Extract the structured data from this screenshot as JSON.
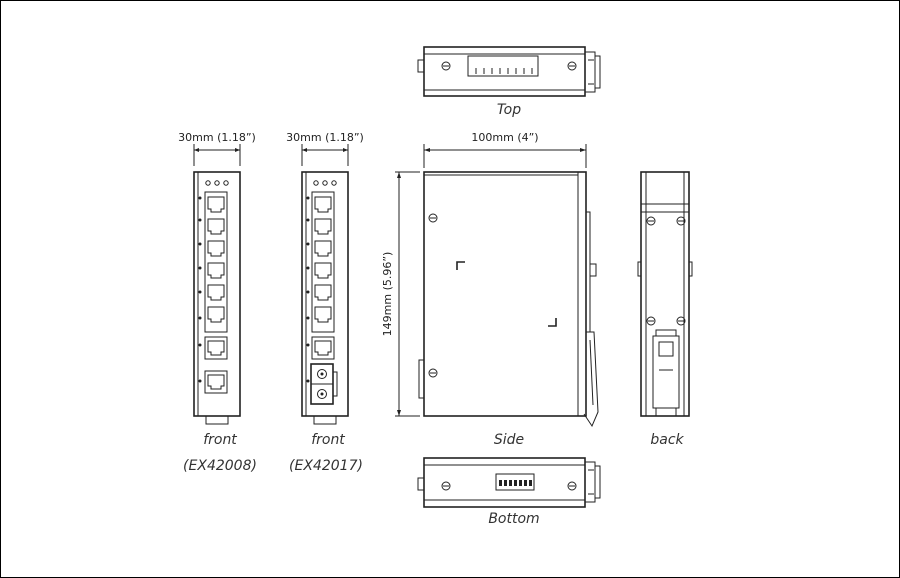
{
  "labels": {
    "top": "Top",
    "side": "Side",
    "back": "back",
    "bottom": "Bottom",
    "front": "front",
    "model_a": "(EX42008)",
    "model_b": "(EX42017)"
  },
  "dimensions": {
    "front_a_width": "30mm (1.18”)",
    "front_b_width": "30mm (1.18”)",
    "side_width": "100mm (4”)",
    "side_height": "149mm (5.96”)"
  }
}
